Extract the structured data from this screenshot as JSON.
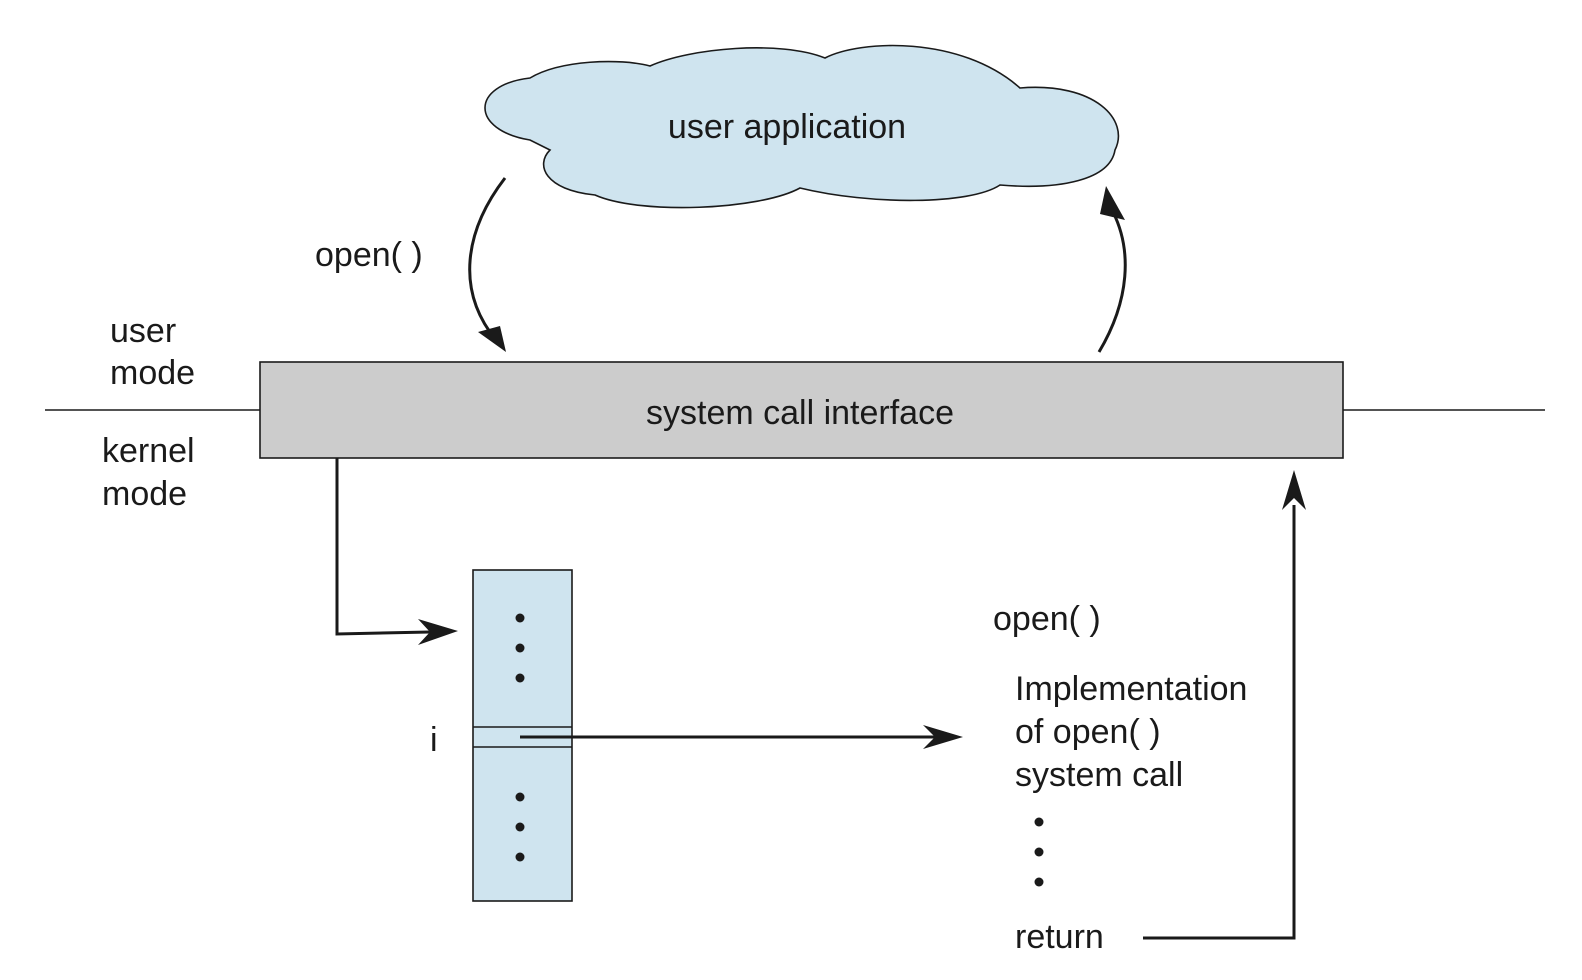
{
  "labels": {
    "user_application": "user application",
    "open_call": "open( )",
    "user_mode": [
      "user",
      "mode"
    ],
    "kernel_mode": [
      "kernel",
      "mode"
    ],
    "system_call_interface": "system call interface",
    "table_index": "i",
    "impl_title": "open( )",
    "impl_body": [
      "Implementation",
      "of open( )",
      "system call"
    ],
    "return_label": "return"
  },
  "colors": {
    "cloud_fill": "#cfe4ef",
    "table_fill": "#cfe4ef",
    "interface_fill": "#cccccc",
    "line": "#1a1a1a"
  }
}
